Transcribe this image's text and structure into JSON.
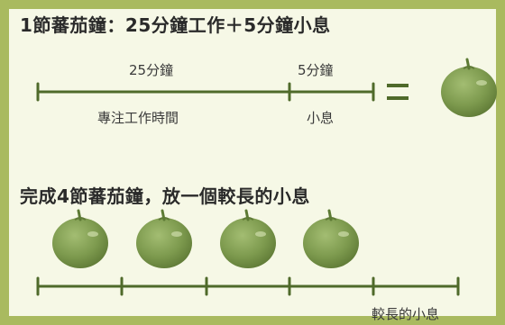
{
  "row1": {
    "heading": "1節蕃茄鐘：25分鐘工作＋5分鐘小息",
    "work_duration": "25分鐘",
    "break_duration": "5分鐘",
    "work_label": "專注工作時間",
    "break_label": "小息",
    "equals": "＝"
  },
  "row2": {
    "heading": "完成4節蕃茄鐘，放一個較長的小息",
    "long_break_label": "較長的小息",
    "tomato_count": 4
  },
  "colors": {
    "frame": "#a9ba5f",
    "background": "#f6f8e6",
    "line": "#4f6a2a",
    "tomato": "#7d9a4e",
    "stem": "#5c7a33"
  }
}
